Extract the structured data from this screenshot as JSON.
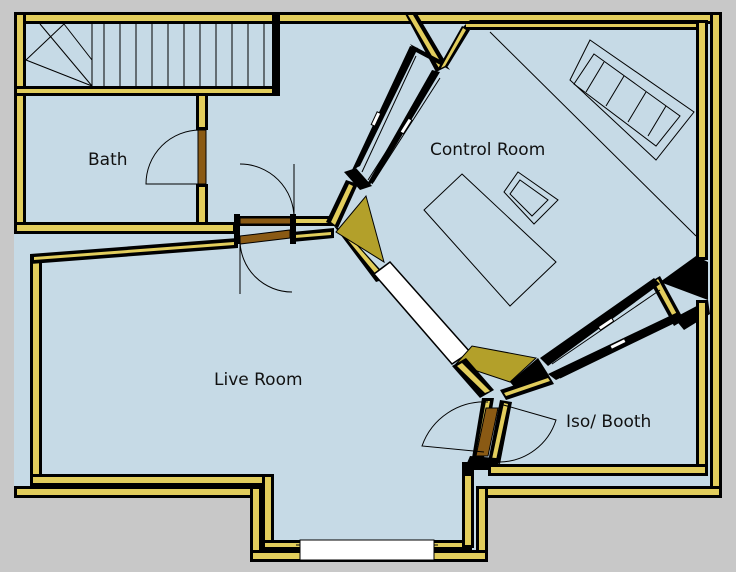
{
  "plan": {
    "colors": {
      "background": "#c8c8c8",
      "floor": "#c6dae6",
      "wall": "#e2cd5c",
      "outline": "#000000",
      "door": "#8a5a14",
      "window": "#ffffff",
      "bass_trap": "#b3a02a"
    },
    "rooms": [
      {
        "id": "bath",
        "label": "Bath"
      },
      {
        "id": "control-room",
        "label": "Control Room"
      },
      {
        "id": "live-room",
        "label": "Live Room"
      },
      {
        "id": "iso-booth",
        "label": "Iso/ Booth"
      }
    ]
  }
}
